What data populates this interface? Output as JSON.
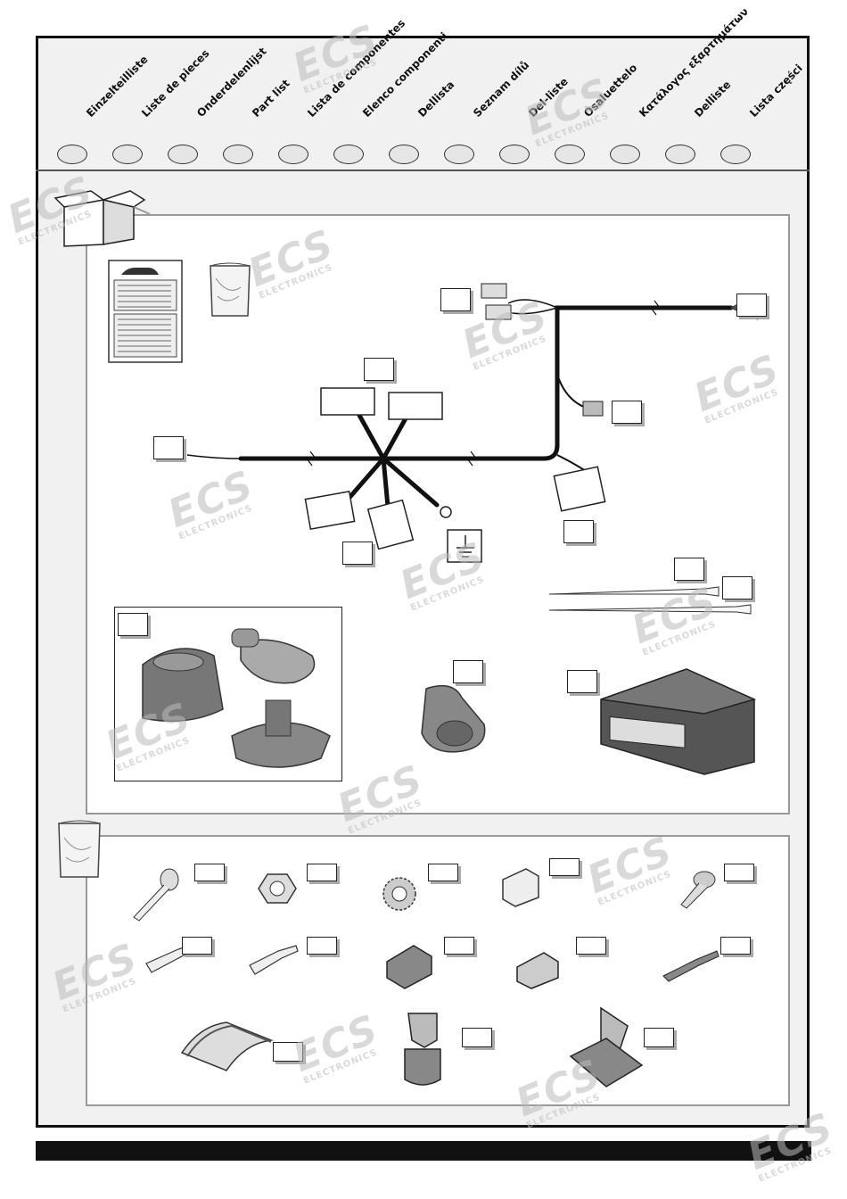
{
  "languages": [
    "Einzelteilliste",
    "Liste de pieces",
    "Onderdelenlijst",
    "Part list",
    "Lista de componentes",
    "Elenco componenti",
    "Dellista",
    "Seznam dílů",
    "Del-liste",
    "Osaluettelo",
    "Κατάλογος εξαρτημάτων",
    "Delliste",
    "Lista części"
  ],
  "watermark": {
    "logo": "ECS",
    "brand": "ELECTRONICS"
  },
  "icons": {
    "box": "open-box-icon",
    "bag": "parts-bag-icon",
    "ground": "ground-symbol-icon"
  }
}
